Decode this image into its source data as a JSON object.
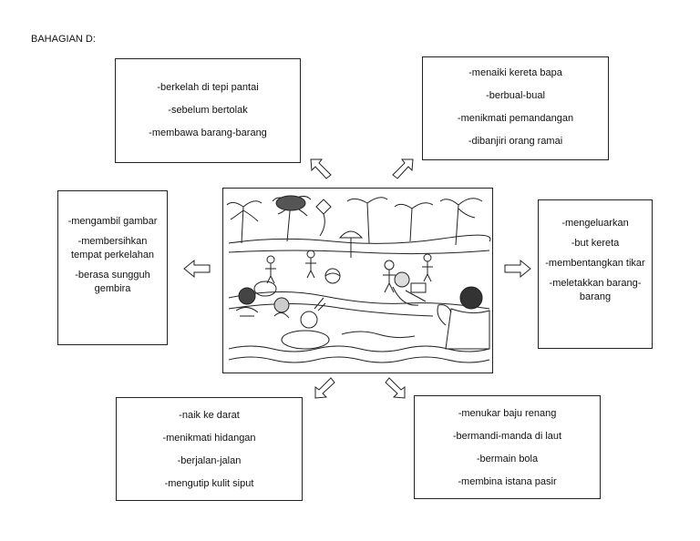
{
  "title": "BAHAGIAN D:",
  "boxes": {
    "top_left": [
      "-berkelah di tepi pantai",
      "-sebelum  bertolak",
      "-membawa barang-barang"
    ],
    "top_right": [
      "-menaiki kereta bapa",
      "-berbual-bual",
      "-menikmati pemandangan",
      "-dibanjiri orang ramai"
    ],
    "left": [
      "-mengambil gambar",
      "-membersihkan tempat perkelahan",
      "-berasa sungguh gembira"
    ],
    "right": [
      "-mengeluarkan",
      "-but kereta",
      "-membentangkan tikar",
      "-meletakkan barang-barang"
    ],
    "bottom_left": [
      "-naik ke darat",
      "-menikmati hidangan",
      "-berjalan-jalan",
      "-mengutip kulit siput"
    ],
    "bottom_right": [
      "-menukar baju renang",
      "-bermandi-manda di laut",
      "-bermain bola",
      "-membina istana pasir"
    ]
  }
}
